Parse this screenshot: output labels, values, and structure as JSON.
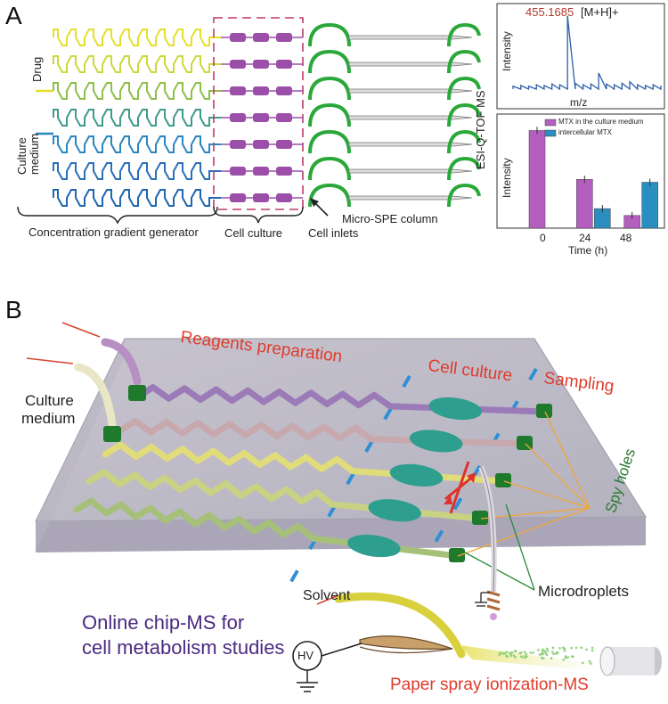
{
  "panel_a": {
    "letter": "A",
    "drug": "Drug",
    "culture_medium": "Culture medium",
    "concentration_gradient_generator": "Concentration gradient generator",
    "cell_culture": "Cell culture",
    "cell_inlets": "Cell inlets",
    "micro_spe_column": "Micro-SPE column",
    "ms_label": "ESI-Q-TOF MS",
    "spectrum": {
      "peak_label": "455.1685",
      "ion_label": "[M+H]+",
      "xlabel": "m/z",
      "ylabel": "Intensity"
    },
    "bar_chart": {
      "ylabel": "Intensity",
      "xlabel": "Time (h)",
      "legend": [
        "MTX in the culture medium",
        "intercellular MTX"
      ],
      "categories": [
        "0",
        "24",
        "48"
      ]
    }
  },
  "panel_b": {
    "letter": "B",
    "reagents_preparation": "Reagents preparation",
    "cell_culture": "Cell culture",
    "sampling": "Sampling",
    "culture_medium_1": "Culture",
    "culture_medium_2": "medium",
    "spy_holes": "Spy holes",
    "microdroplets": "Microdroplets",
    "solvent": "Solvent",
    "hv": "HV",
    "online_1": "Online chip-MS for",
    "online_2": "cell metabolism studies",
    "paper_spray": "Paper spray ionization-MS"
  },
  "chart_data": [
    {
      "type": "line",
      "title": "",
      "xlabel": "m/z",
      "ylabel": "Intensity",
      "annotations": [
        "455.1685",
        "[M+H]+"
      ],
      "series": [
        {
          "values": [
            0.04,
            0.05,
            0.04,
            0.06,
            0.05,
            0.07,
            0.06,
            1.0,
            0.08,
            0.06,
            0.07,
            0.22,
            0.07,
            0.06,
            0.08,
            0.1,
            0.06,
            0.05,
            0.06,
            0.05
          ]
        }
      ]
    },
    {
      "type": "bar",
      "title": "",
      "xlabel": "Time (h)",
      "ylabel": "Intensity",
      "categories": [
        "0",
        "24",
        "48"
      ],
      "series": [
        {
          "name": "MTX in the culture medium",
          "values": [
            1.0,
            0.5,
            0.13
          ]
        },
        {
          "name": "intercellular MTX",
          "values": [
            0,
            0.2,
            0.47
          ]
        }
      ],
      "ylim": [
        0,
        1.15
      ]
    }
  ]
}
